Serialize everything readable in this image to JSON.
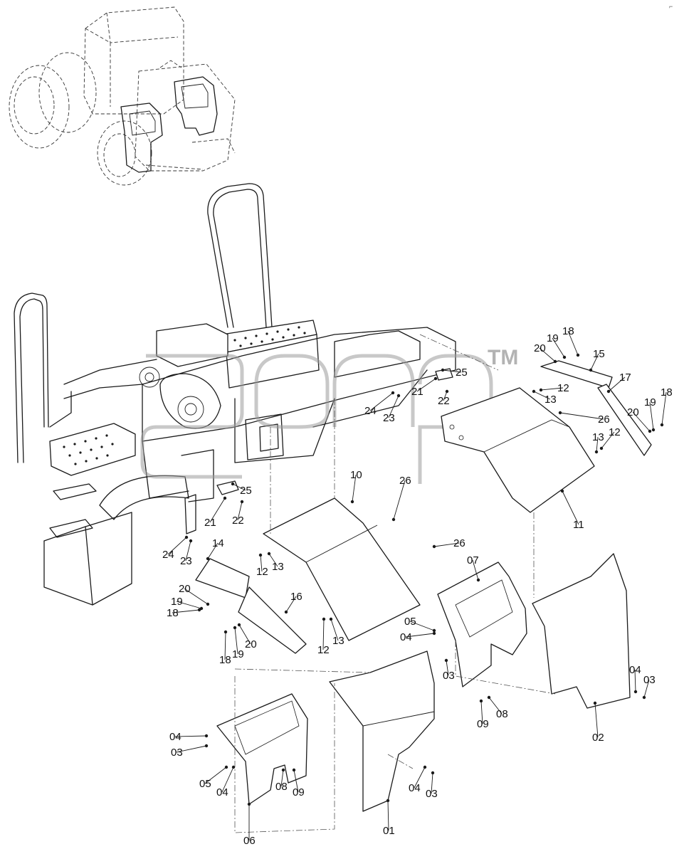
{
  "watermark": {
    "trademark": "TM"
  },
  "corner_mark": "⌐",
  "callouts": [
    {
      "id": "c18a",
      "label": "18"
    },
    {
      "id": "c19a",
      "label": "19"
    },
    {
      "id": "c20a",
      "label": "20"
    },
    {
      "id": "c15",
      "label": "15"
    },
    {
      "id": "c25a",
      "label": "25"
    },
    {
      "id": "c21a",
      "label": "21"
    },
    {
      "id": "c22a",
      "label": "22"
    },
    {
      "id": "c24a",
      "label": "24"
    },
    {
      "id": "c23a",
      "label": "23"
    },
    {
      "id": "c12a",
      "label": "12"
    },
    {
      "id": "c13a",
      "label": "13"
    },
    {
      "id": "c26a",
      "label": "26"
    },
    {
      "id": "c17",
      "label": "17"
    },
    {
      "id": "c18b",
      "label": "18"
    },
    {
      "id": "c19b",
      "label": "19"
    },
    {
      "id": "c20b",
      "label": "20"
    },
    {
      "id": "c12b",
      "label": "12"
    },
    {
      "id": "c13b",
      "label": "13"
    },
    {
      "id": "c11",
      "label": "11"
    },
    {
      "id": "c25b",
      "label": "25"
    },
    {
      "id": "c21b",
      "label": "21"
    },
    {
      "id": "c22b",
      "label": "22"
    },
    {
      "id": "c10",
      "label": "10"
    },
    {
      "id": "c26b",
      "label": "26"
    },
    {
      "id": "c26c",
      "label": "26"
    },
    {
      "id": "c24b",
      "label": "24"
    },
    {
      "id": "c23b",
      "label": "23"
    },
    {
      "id": "c14",
      "label": "14"
    },
    {
      "id": "c12c",
      "label": "12"
    },
    {
      "id": "c13c",
      "label": "13"
    },
    {
      "id": "c20c",
      "label": "20"
    },
    {
      "id": "c19c",
      "label": "19"
    },
    {
      "id": "c18c",
      "label": "18"
    },
    {
      "id": "c16",
      "label": "16"
    },
    {
      "id": "c07",
      "label": "07"
    },
    {
      "id": "c05a",
      "label": "05"
    },
    {
      "id": "c04a",
      "label": "04"
    },
    {
      "id": "c03a",
      "label": "03"
    },
    {
      "id": "c18d",
      "label": "18"
    },
    {
      "id": "c19d",
      "label": "19"
    },
    {
      "id": "c20d",
      "label": "20"
    },
    {
      "id": "c12d",
      "label": "12"
    },
    {
      "id": "c13d",
      "label": "13"
    },
    {
      "id": "c09a",
      "label": "09"
    },
    {
      "id": "c08a",
      "label": "08"
    },
    {
      "id": "c04b",
      "label": "04"
    },
    {
      "id": "c03b",
      "label": "03"
    },
    {
      "id": "c02",
      "label": "02"
    },
    {
      "id": "c04c",
      "label": "04"
    },
    {
      "id": "c03c",
      "label": "03"
    },
    {
      "id": "c05b",
      "label": "05"
    },
    {
      "id": "c04d",
      "label": "04"
    },
    {
      "id": "c08b",
      "label": "08"
    },
    {
      "id": "c09b",
      "label": "09"
    },
    {
      "id": "c04e",
      "label": "04"
    },
    {
      "id": "c03d",
      "label": "03"
    },
    {
      "id": "c01",
      "label": "01"
    },
    {
      "id": "c06",
      "label": "06"
    }
  ]
}
